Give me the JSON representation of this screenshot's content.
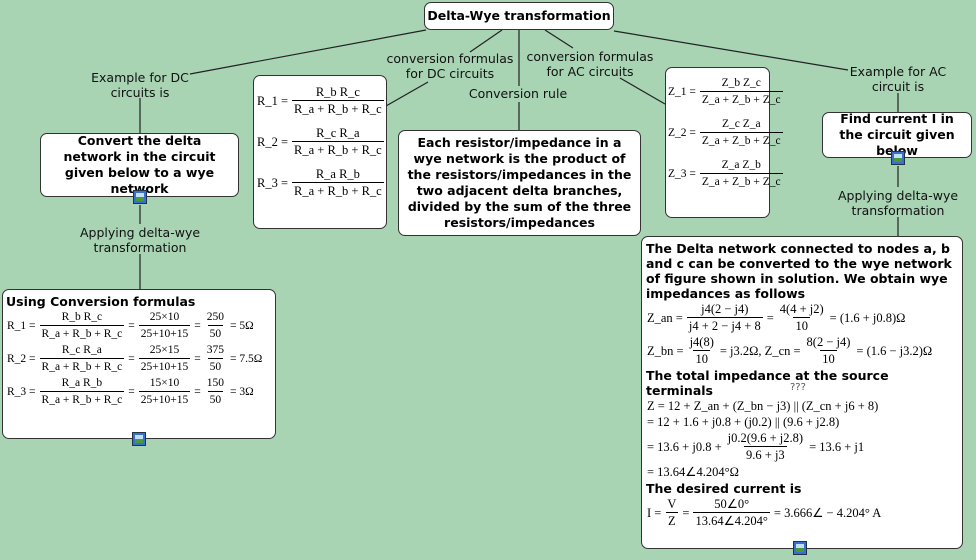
{
  "root": {
    "label": "Delta-Wye transformation"
  },
  "links": {
    "dc_example": "Example for DC circuits is",
    "dc_formulas": "conversion formulas for DC circuits",
    "rule": "Conversion rule",
    "ac_formulas": "conversion formulas for AC circuits",
    "ac_example": "Example for AC circuit is",
    "dc_applying": "Applying delta-wye transformation",
    "ac_applying": "Applying delta-wye transformation"
  },
  "dc_task": {
    "text": "Convert the delta network in the circuit given below to a wye network"
  },
  "ac_task": {
    "text": "Find current I in the circuit given below"
  },
  "rule_box": {
    "text": "Each resistor/impedance in a wye network is the product of the resistors/impedances in the two adjacent delta branches, divided by the sum of the three resistors/impedances"
  },
  "r_formulas": [
    [
      {
        "t": "R_1 ="
      },
      {
        "n": "R_b R_c",
        "d": "R_a + R_b + R_c"
      }
    ],
    [
      {
        "t": "R_2 ="
      },
      {
        "n": "R_c R_a",
        "d": "R_a + R_b + R_c"
      }
    ],
    [
      {
        "t": "R_3 ="
      },
      {
        "n": "R_a R_b",
        "d": "R_a + R_b + R_c"
      }
    ]
  ],
  "z_formulas": [
    [
      {
        "t": "Z_1 ="
      },
      {
        "n": "Z_b Z_c",
        "d": "Z_a + Z_b + Z_c"
      }
    ],
    [
      {
        "t": "Z_2 ="
      },
      {
        "n": "Z_c Z_a",
        "d": "Z_a + Z_b + Z_c"
      }
    ],
    [
      {
        "t": "Z_3 ="
      },
      {
        "n": "Z_a Z_b",
        "d": "Z_a + Z_b + Z_c"
      }
    ]
  ],
  "dc_solution": {
    "heading": "Using Conversion formulas",
    "lines": [
      [
        {
          "t": "R_1 ="
        },
        {
          "n": "R_b R_c",
          "d": "R_a + R_b + R_c"
        },
        {
          "t": "="
        },
        {
          "n": "25×10",
          "d": "25+10+15"
        },
        {
          "t": "="
        },
        {
          "n": "250",
          "d": "50"
        },
        {
          "t": "= 5Ω"
        }
      ],
      [
        {
          "t": "R_2 ="
        },
        {
          "n": "R_c R_a",
          "d": "R_a + R_b + R_c"
        },
        {
          "t": "="
        },
        {
          "n": "25×15",
          "d": "25+10+15"
        },
        {
          "t": "="
        },
        {
          "n": "375",
          "d": "50"
        },
        {
          "t": "= 7.5Ω"
        }
      ],
      [
        {
          "t": "R_3 ="
        },
        {
          "n": "R_a R_b",
          "d": "R_a + R_b + R_c"
        },
        {
          "t": "="
        },
        {
          "n": "15×10",
          "d": "25+10+15"
        },
        {
          "t": "="
        },
        {
          "n": "150",
          "d": "50"
        },
        {
          "t": "= 3Ω"
        }
      ]
    ]
  },
  "ac_solution": {
    "intro": "The Delta network connected to nodes a, b and c can be converted to the wye network of figure shown in solution. We obtain wye impedances as follows",
    "lines1": [
      [
        {
          "t": "Z_an ="
        },
        {
          "n": "j4(2 − j4)",
          "d": "j4 + 2 − j4 + 8"
        },
        {
          "t": "="
        },
        {
          "n": "4(4 + j2)",
          "d": "10"
        },
        {
          "t": "= (1.6 + j0.8)Ω"
        }
      ],
      [
        {
          "t": "Z_bn ="
        },
        {
          "n": "j4(8)",
          "d": "10"
        },
        {
          "t": "= j3.2Ω, Z_cn ="
        },
        {
          "n": "8(2 − j4)",
          "d": "10"
        },
        {
          "t": "= (1.6 − j3.2)Ω"
        }
      ]
    ],
    "heading2": "The total impedance at the source terminals",
    "overlay": "???",
    "lines2": [
      [
        {
          "t": "Z = 12 + Z_an + (Z_bn − j3) || (Z_cn + j6 + 8)"
        }
      ],
      [
        {
          "t": "= 12 + 1.6 + j0.8 + (j0.2) || (9.6 + j2.8)"
        }
      ],
      [
        {
          "t": "= 13.6 + j0.8 +"
        },
        {
          "n": "j0.2(9.6 + j2.8)",
          "d": "9.6 + j3"
        },
        {
          "t": "= 13.6 + j1"
        }
      ],
      [
        {
          "t": "= 13.64∠4.204°Ω"
        }
      ]
    ],
    "heading3": "The desired current is",
    "lines3": [
      [
        {
          "t": "I ="
        },
        {
          "n": "V",
          "d": "Z"
        },
        {
          "t": "="
        },
        {
          "n": "50∠0°",
          "d": "13.64∠4.204°"
        },
        {
          "t": "= 3.666∠ − 4.204° A"
        }
      ]
    ]
  },
  "icons": {
    "attachment": "image-icon"
  },
  "colors": {
    "background": "#a8d4b4",
    "node": "#ffffff",
    "line": "#222222"
  }
}
